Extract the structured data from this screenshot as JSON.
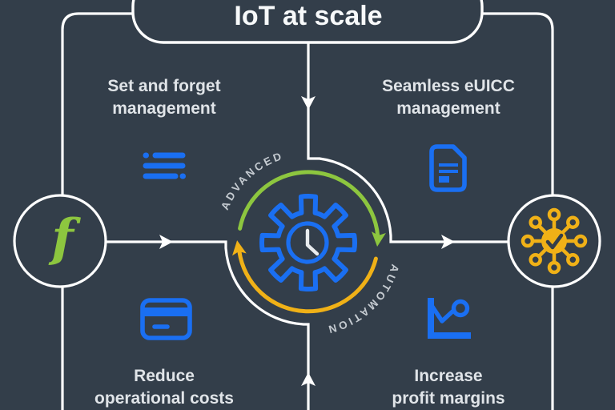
{
  "title": "IoT at scale",
  "colors": {
    "background": "#333e4a",
    "blue_accent": "#1a6ff2",
    "green_accent": "#8dc63f",
    "yellow_accent": "#f0b117",
    "line_white": "#ffffff",
    "label_text": "#e0e4e8",
    "curved_text": "#c5cbd1"
  },
  "center_hub": {
    "top_arc_label": "ADVANCED",
    "bottom_arc_label": "AUTOMATION",
    "icon": "gear-clock-icon"
  },
  "left_node": {
    "logo_letter": "f",
    "icon": "flolive-logo"
  },
  "right_node": {
    "icon": "connected-network-check-icon"
  },
  "quadrants": {
    "top_left": {
      "line1": "Set and forget",
      "line2": "management",
      "icon": "list-icon"
    },
    "top_right": {
      "line1": "Seamless eUICC",
      "line2": "management",
      "icon": "sim-card-icon"
    },
    "bottom_left": {
      "line1": "Reduce",
      "line2": "operational costs",
      "icon": "credit-card-icon"
    },
    "bottom_right": {
      "line1": "Increase",
      "line2": "profit margins",
      "icon": "line-chart-icon"
    }
  }
}
